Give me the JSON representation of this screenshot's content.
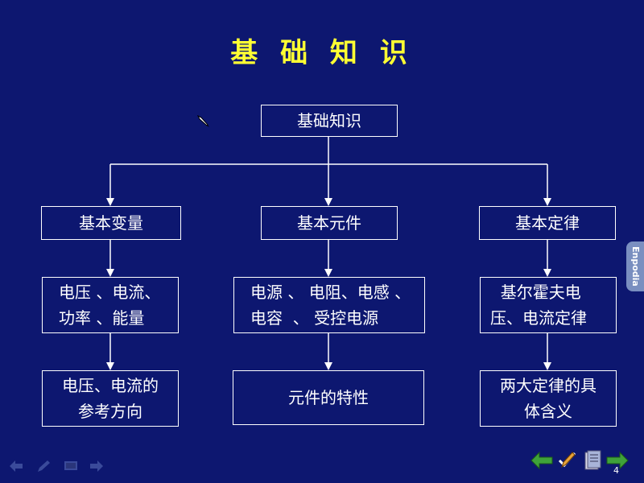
{
  "slide": {
    "title": "基 础 知 识",
    "page_number": "4",
    "side_tab_label": "Enpodia"
  },
  "diagram": {
    "root": "基础知识",
    "level1": [
      "基本变量",
      "基本元件",
      "基本定律"
    ],
    "level2": [
      "电压 、电流、\n功率 、能量",
      "电源 、 电阻、电感 、\n电容  、 受控电源",
      "  基尔霍夫电\n压、电流定律"
    ],
    "level3": [
      "电压、电流的\n参考方向",
      "元件的特性",
      "两大定律的具\n体含义"
    ]
  },
  "colors": {
    "background": "#0d1770",
    "title": "#ffff33",
    "line": "#ffffff",
    "nav_green": "#3fa23a"
  },
  "icons": {
    "cursor": "pen-cursor-icon",
    "bottom_left": [
      "arrow-left-icon",
      "pen-icon",
      "screen-icon",
      "arrow-right-icon"
    ],
    "bottom_right": [
      "back-green-arrow-icon",
      "pencil-check-icon",
      "document-icon",
      "forward-green-arrow-icon"
    ]
  }
}
